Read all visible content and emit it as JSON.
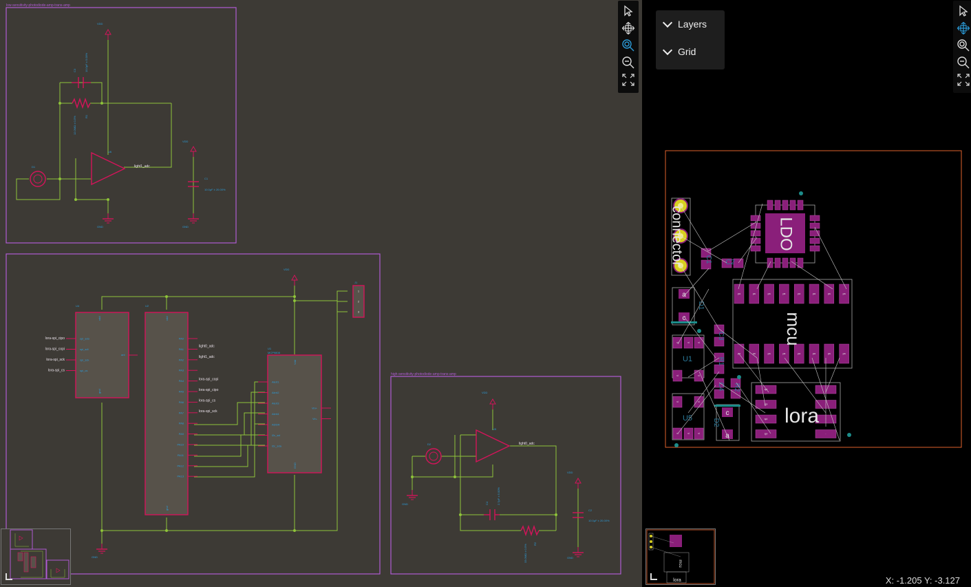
{
  "schematic": {
    "groups": {
      "low_sense": "low-sensitivity-photodiode-amp-trans-amp",
      "high_sense": "high-sensitivity-photodiode-amp-trans-amp"
    },
    "nets": {
      "vdd": "VDD",
      "gnd": "GND",
      "light0": "light0_adc",
      "light1": "light1_adc"
    },
    "refs": {
      "u1": "U1",
      "u1_part": "MCP9808",
      "u2": "U2",
      "u4": "U4",
      "u5": "U5",
      "u6": "U6",
      "c1": "C1",
      "c2": "C2",
      "c3": "C3",
      "c4": "C4",
      "r1": "R1",
      "r2": "R2",
      "d1": "D1",
      "d2": "D2",
      "j1": "J1"
    },
    "values": {
      "c1": "10.0μF ± 20.00%",
      "c2": "10.0μF ± 20.00%",
      "c3": "10.0pF ± 5.00%",
      "c4": "2.7pF ± 5.00%",
      "r1": "12.0MΩ ± 0.5%",
      "r2": "33.0MΩ ± 0.5%"
    },
    "u4_left_labels": [
      "lora-spi_cipo",
      "lora-spi_copi",
      "lora-spi_sck",
      "lora-spi_cs"
    ],
    "u4_pins": [
      "spi_sdo",
      "spi_sdi",
      "spi_sck",
      "spi_cs"
    ],
    "u4_power": {
      "vdd": "vdd",
      "gnd": "gnd",
      "out": "ant"
    },
    "u2_pins": [
      "PA0",
      "PA1",
      "PA2",
      "PA3",
      "PA4",
      "PA5",
      "PA6",
      "PA7",
      "PA8",
      "PA9",
      "PA10",
      "PA11",
      "PA12",
      "PA13"
    ],
    "u2_nets": [
      "light0_adc",
      "light1_adc",
      "",
      "lora-spi_copi",
      "lora-spi_cipo",
      "lora-spi_cs",
      "lora-spi_sck"
    ],
    "u2_power": {
      "vdd": "vdd",
      "gnd": "gnd"
    },
    "u1_left_pins": [
      "Alert1",
      "Alert2",
      "Alert3",
      "Alert4",
      "ADDR",
      "i2c_scl",
      "i2c_sda"
    ],
    "u1_right_pins": [
      "Vin+",
      "Vin-"
    ],
    "u1_power": {
      "vdd": "Vdd",
      "gnd": "GND"
    },
    "j1_pins": [
      "1",
      "2",
      "3"
    ]
  },
  "pcb": {
    "labels": {
      "connector": "connector",
      "mcu": "mcu",
      "lora": "lora",
      "ldo": "LDO",
      "u1": "U1",
      "u5": "U5",
      "d1": "D1",
      "d2": "D2",
      "r1": "R1",
      "r2": "R2",
      "c1": "C1",
      "c2": "C2",
      "c3": "C3",
      "c4": "C4",
      "pad_a": "a",
      "pad_c": "c"
    },
    "panel": {
      "layers": "Layers",
      "grid": "Grid"
    },
    "coords": "X: -1.205 Y: -3.127"
  },
  "colors": {
    "schematic_bg": "#3d3a35",
    "group_border": "#b05bd4",
    "wire": "#8fc43a",
    "component": "#d4145a",
    "net_label": "#e8e0e8",
    "pcb_outline": "#e0622c",
    "pad": "#8a1f7a",
    "accent": "#2b9bd8"
  }
}
